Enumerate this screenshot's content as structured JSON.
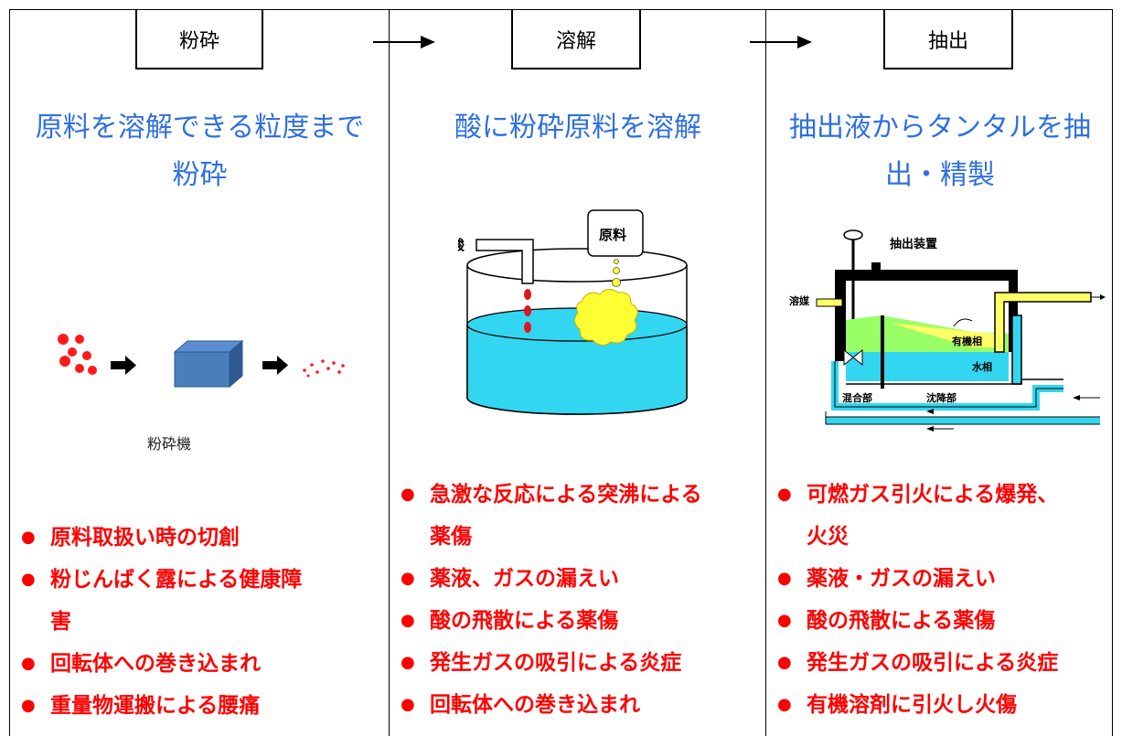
{
  "steps": [
    {
      "label": "粉砕",
      "title_lines": [
        "原料を溶解できる粒度まで",
        "粉砕"
      ],
      "caption": "粉砕機",
      "hazards": [
        {
          "lines": [
            "原料取扱い時の切創"
          ]
        },
        {
          "lines": [
            "粉じんばく露による健康障",
            "害"
          ]
        },
        {
          "lines": [
            "回転体への巻き込まれ"
          ]
        },
        {
          "lines": [
            "重量物運搬による腰痛"
          ]
        }
      ]
    },
    {
      "label": "溶解",
      "title_lines": [
        "酸に粉砕原料を溶解"
      ],
      "diagram_labels": {
        "acid": "酸",
        "material": "原料"
      },
      "hazards": [
        {
          "lines": [
            "急激な反応による突沸による",
            "薬傷"
          ]
        },
        {
          "lines": [
            "薬液、ガスの漏えい"
          ]
        },
        {
          "lines": [
            "酸の飛散による薬傷"
          ]
        },
        {
          "lines": [
            "発生ガスの吸引による炎症"
          ]
        },
        {
          "lines": [
            "回転体への巻き込まれ"
          ]
        }
      ]
    },
    {
      "label": "抽出",
      "title_lines": [
        "抽出液からタンタルを抽",
        "出・精製"
      ],
      "diagram_labels": {
        "device": "抽出装置",
        "solvent": "溶媒",
        "organic_phase": "有機相",
        "aqueous_phase": "水相",
        "mixing_section": "混合部",
        "settling_section": "沈降部"
      },
      "hazards": [
        {
          "lines": [
            "可燃ガス引火による爆発、",
            "火災"
          ]
        },
        {
          "lines": [
            "薬液・ガスの漏えい"
          ]
        },
        {
          "lines": [
            "酸の飛散による薬傷"
          ]
        },
        {
          "lines": [
            "発生ガスの吸引による炎症"
          ]
        },
        {
          "lines": [
            "有機溶剤に引火し火傷"
          ]
        }
      ]
    }
  ],
  "colors": {
    "title": "#2f6fe0",
    "hazard": "#ff0000",
    "liquid": "#33d6f0",
    "material": "#ffff33",
    "organic": "#ffff66",
    "mixture": "#99ff66",
    "machine": "#4a7ebb"
  }
}
